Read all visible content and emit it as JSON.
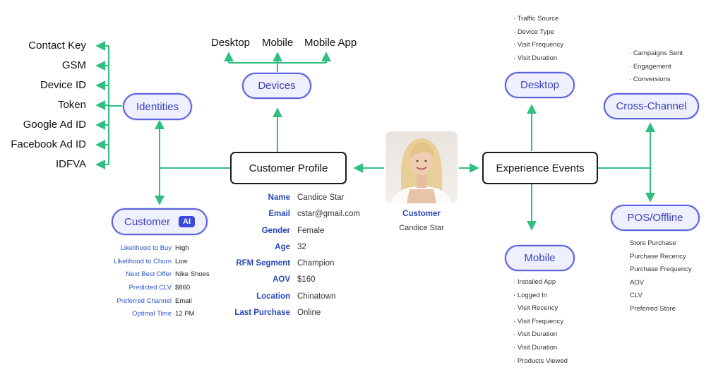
{
  "identities": {
    "label": "Identities",
    "items": [
      "Contact Key",
      "GSM",
      "Device ID",
      "Token",
      "Google Ad ID",
      "Facebook Ad ID",
      "IDFVA"
    ]
  },
  "devices": {
    "label": "Devices",
    "items": [
      "Desktop",
      "Mobile",
      "Mobile App"
    ]
  },
  "customer_profile": {
    "label": "Customer Profile",
    "fields": [
      {
        "key": "Name",
        "value": "Candice Star"
      },
      {
        "key": "Email",
        "value": "cstar@gmail.com"
      },
      {
        "key": "Gender",
        "value": "Female"
      },
      {
        "key": "Age",
        "value": "32"
      },
      {
        "key": "RFM Segment",
        "value": "Champion"
      },
      {
        "key": "AOV",
        "value": "$160"
      },
      {
        "key": "Location",
        "value": "Chinatown"
      },
      {
        "key": "Last Purchase",
        "value": "Online"
      }
    ]
  },
  "customer_ai": {
    "label": "Customer",
    "badge": "AI",
    "predictions": [
      {
        "key": "Likelihood to Buy",
        "value": "High"
      },
      {
        "key": "Likelihood to Churn",
        "value": "Low"
      },
      {
        "key": "Next Best Offer",
        "value": "Nike Shoes"
      },
      {
        "key": "Predicted CLV",
        "value": "$860"
      },
      {
        "key": "Preferred Channel",
        "value": "Email"
      },
      {
        "key": "Optimal Time",
        "value": "12 PM"
      }
    ]
  },
  "customer_card": {
    "caption_title": "Customer",
    "caption_name": "Candice Star"
  },
  "experience_events": {
    "label": "Experience Events"
  },
  "desktop": {
    "label": "Desktop",
    "items": [
      "Traffic Source",
      "Device Type",
      "Visit Frequency",
      "Visit Duration"
    ]
  },
  "cross_channel": {
    "label": "Cross-Channel",
    "items": [
      "Campaigns Sent",
      "Engagement",
      "Conversions"
    ]
  },
  "mobile": {
    "label": "Mobile",
    "items": [
      "Installed App",
      "Logged In",
      "Visit Recency",
      "Visit Frequency",
      "Visit Duration",
      "Visit Duration",
      "Products Viewed"
    ]
  },
  "pos_offline": {
    "label": "POS/Offline",
    "items": [
      "Store Purchase",
      "Purchase Recency",
      "Purchase Frequency",
      "AOV",
      "CLV",
      "Preferred Store"
    ]
  },
  "colors": {
    "connector": "#2fbf7f",
    "pill_border": "#5b63d9",
    "pill_fill": "#eef0ff",
    "pill_text": "#3a3fb8",
    "field_key": "#2746b8",
    "badge_fill": "#3b49d6"
  }
}
